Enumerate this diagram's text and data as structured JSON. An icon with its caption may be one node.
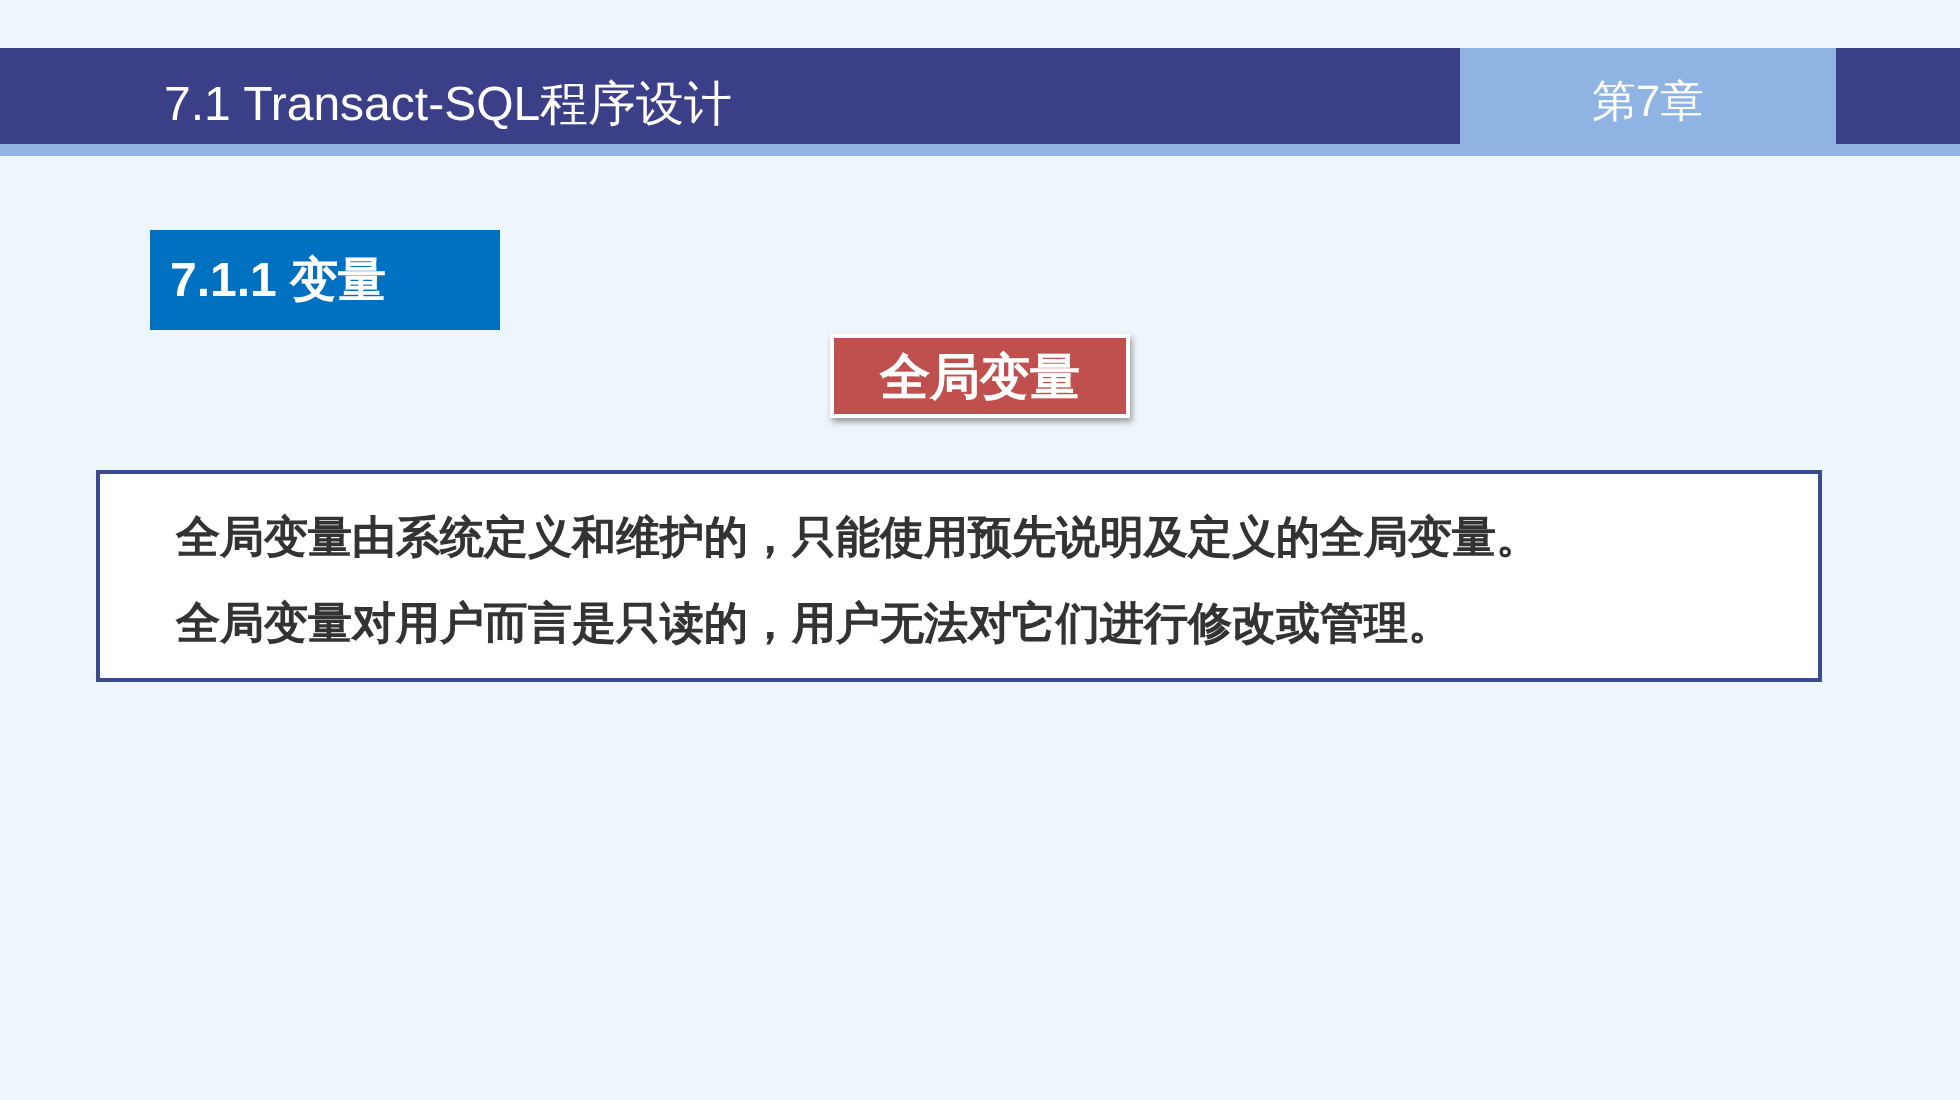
{
  "diagram": {
    "title": "7.1 Transact-SQL程序设计",
    "nodes": [
      {
        "text": [
          "全局变量"
        ]
      },
      {
        "text": [
          "全局变量由系统定义和维护的，只能使用预先说明及定义的全局变量。",
          "全局变量对用户而言是只读的，用户无法对它们进行修改或管理。"
        ]
      }
    ],
    "labels": [
      "第7章",
      "7.1.1 变量"
    ]
  }
}
